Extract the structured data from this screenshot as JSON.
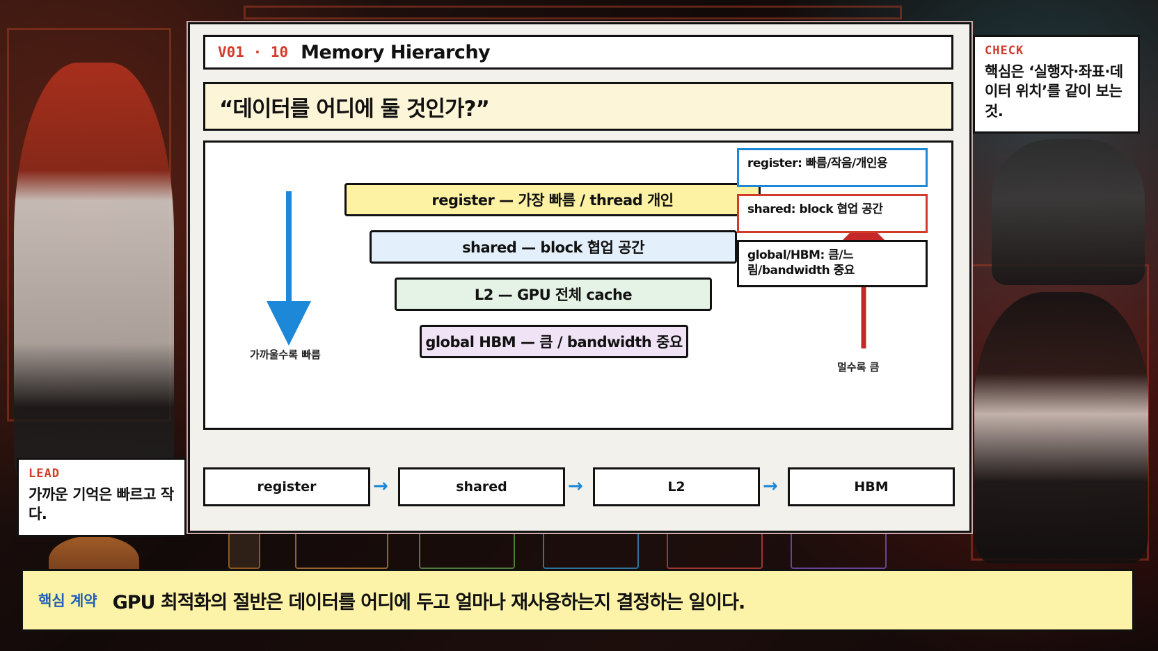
{
  "title": {
    "code": "V01 · 10",
    "text": "Memory Hierarchy"
  },
  "question": "“데이터를 어디에 둘 것인가?”",
  "diagram": {
    "layers": [
      {
        "label": "register — 가장 빠름 / thread 개인",
        "color": "#fdf2a3"
      },
      {
        "label": "shared — block 협업 공간",
        "color": "#e3f0fb"
      },
      {
        "label": "L2 — GPU 전체 cache",
        "color": "#e4f3e6"
      },
      {
        "label": "global HBM — 큼 / bandwidth 중요",
        "color": "#f1e3f6"
      }
    ],
    "left_axis_label": "가까울수록 빠름",
    "right_axis_label": "멀수록 큼",
    "notes": [
      {
        "text": "register: 빠름/작음/개인용",
        "border": "#1e88d8"
      },
      {
        "text": "shared: block 협업 공간",
        "border": "#d23b2b"
      },
      {
        "text": "global/HBM: 큼/느림/bandwidth 중요",
        "border": "#111111"
      }
    ],
    "arrow_colors": {
      "down": "#1e88d8",
      "up": "#d23b2b"
    }
  },
  "flow": [
    "register",
    "shared",
    "L2",
    "HBM"
  ],
  "lead": {
    "tag": "LEAD",
    "text": "가까운 기억은 빠르고 작다."
  },
  "check": {
    "tag": "CHECK",
    "text": "핵심은 ‘실행자·좌표·데이터 위치’를 같이 보는 것."
  },
  "bottom": {
    "tag": "핵심 계약",
    "text": "GPU 최적화의 절반은 데이터를 어디에 두고 얼마나 재사용하는지 결정하는 일이다."
  }
}
